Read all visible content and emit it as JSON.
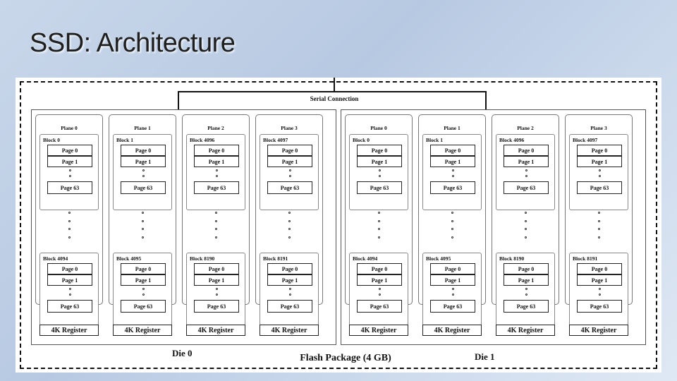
{
  "title": "SSD: Architecture",
  "diagram": {
    "serial_connection": "Serial Connection",
    "package_label": "Flash Package (4 GB)",
    "register_label": "4K Register",
    "page_labels": {
      "first": "Page 0",
      "second": "Page 1",
      "last": "Page 63"
    },
    "dies": [
      {
        "label": "Die 0",
        "planes": [
          {
            "label": "Plane 0",
            "top_block": "Block 0",
            "bottom_block": "Block 4094"
          },
          {
            "label": "Plane 1",
            "top_block": "Block 1",
            "bottom_block": "Block 4095"
          },
          {
            "label": "Plane 2",
            "top_block": "Block 4096",
            "bottom_block": "Block 8190"
          },
          {
            "label": "Plane 3",
            "top_block": "Block 4097",
            "bottom_block": "Block 8191"
          }
        ]
      },
      {
        "label": "Die 1",
        "planes": [
          {
            "label": "Plane 0",
            "top_block": "Block 0",
            "bottom_block": "Block 4094"
          },
          {
            "label": "Plane 1",
            "top_block": "Block 1",
            "bottom_block": "Block 4095"
          },
          {
            "label": "Plane 2",
            "top_block": "Block 4096",
            "bottom_block": "Block 8190"
          },
          {
            "label": "Plane 3",
            "top_block": "Block 4097",
            "bottom_block": "Block 8191"
          }
        ]
      }
    ]
  }
}
